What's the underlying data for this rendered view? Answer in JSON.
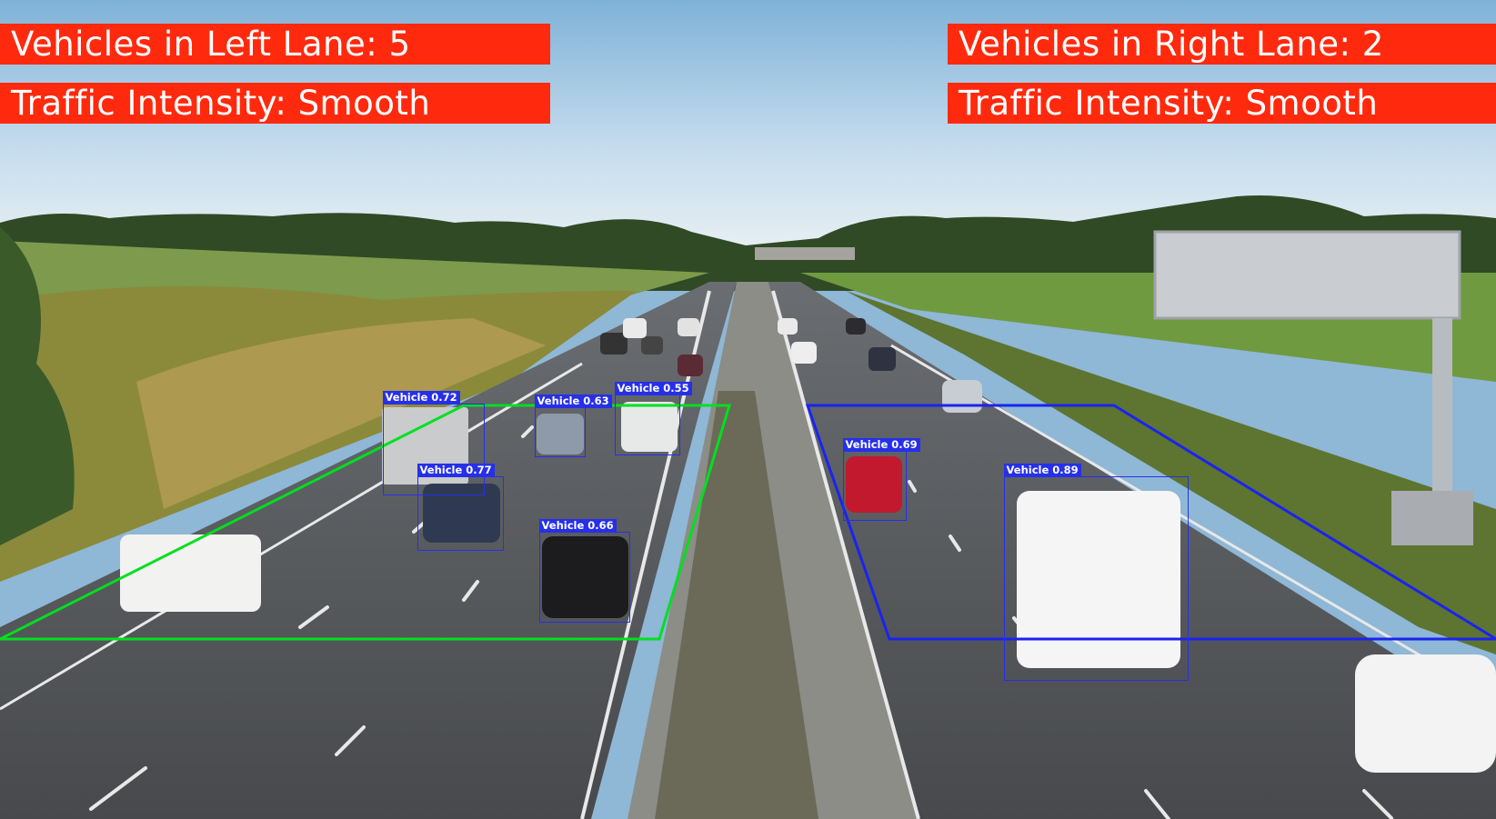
{
  "overlay": {
    "left_lane_count_text": "Vehicles in Left Lane: 5",
    "left_lane_intensity_text": "Traffic Intensity: Smooth",
    "right_lane_count_text": "Vehicles in Right Lane: 2",
    "right_lane_intensity_text": "Traffic Intensity: Smooth",
    "banner_color": "#ff2a0e"
  },
  "lanes": {
    "left_zone_color": "#00e020",
    "right_zone_color": "#1a23f0"
  },
  "detections": [
    {
      "label": "Vehicle 0.72"
    },
    {
      "label": "Vehicle 0.63"
    },
    {
      "label": "Vehicle 0.55"
    },
    {
      "label": "Vehicle 0.77"
    },
    {
      "label": "Vehicle 0.66"
    },
    {
      "label": "Vehicle 0.69"
    },
    {
      "label": "Vehicle 0.89"
    }
  ],
  "detection_box_color": "#2630e8"
}
